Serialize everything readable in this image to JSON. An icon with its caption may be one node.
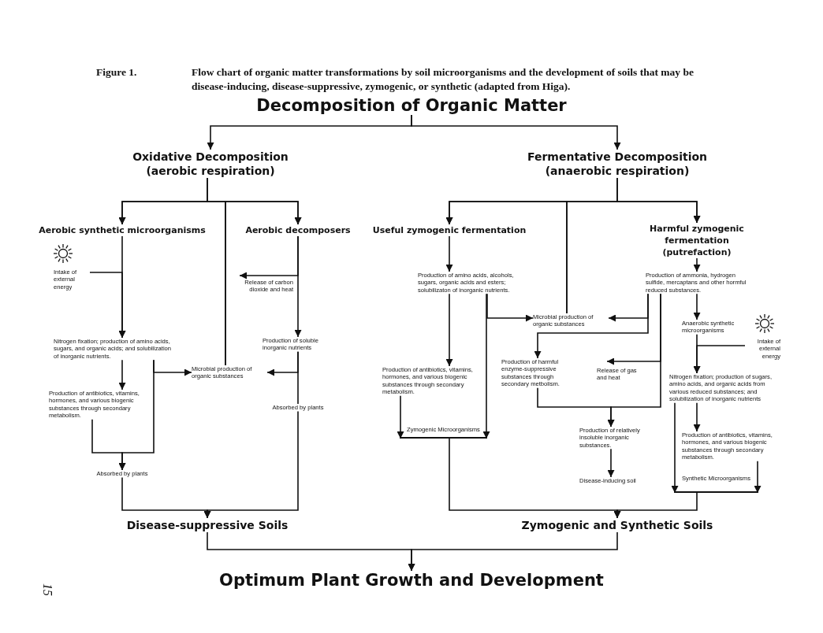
{
  "diagram": {
    "caption": "Flow chart of organic matter transformations by soil microorganisms and the development of soils that may be disease-inducing, disease-suppressive, zymogenic, or synthetic (adapted from Higa).",
    "nodes": [
      {
        "text": [
          "Decomposition of Organic Matter"
        ]
      },
      {
        "text": [
          "Oxidative Decomposition (aerobic respiration)"
        ]
      },
      {
        "text": [
          "Fermentative Decomposition (anaerobic respiration)"
        ]
      },
      {
        "text": [
          "Aerobic synthetic microorganisms"
        ]
      },
      {
        "text": [
          "Aerobic decomposers"
        ]
      },
      {
        "text": [
          "Useful zymogenic fermentation"
        ]
      },
      {
        "text": [
          "Harmful zymogenic fermentation (putrefaction)"
        ]
      },
      {
        "text": [
          "Intake of external energy"
        ]
      },
      {
        "text": [
          "Nitrogen fixation; production of amino acids, sugars, and organic acids; and solubilization of inorganic nutrients."
        ]
      },
      {
        "text": [
          "Production of antibiotics, vitamins, hormones, and various biogenic substances through secondary metabolism."
        ]
      },
      {
        "text": [
          "Absorbed by plants"
        ]
      },
      {
        "text": [
          "Release of carbon dioxide and heat"
        ]
      },
      {
        "text": [
          "Production of soluble inorganic nutrients"
        ]
      },
      {
        "text": [
          "Microbial production of organic substances"
        ]
      },
      {
        "text": [
          "Absorbed by plants"
        ]
      },
      {
        "text": [
          "Production of amino acids, alcohols, sugars, organic acids and esters; solubilizaton of inorganic nutrients."
        ]
      },
      {
        "text": [
          "Production of antibiotics, vitamins, hormones, and various biogenic substances through secondary metabolism."
        ]
      },
      {
        "text": [
          "Zymogenic Microorganisms"
        ]
      },
      {
        "text": [
          "Microbial production of organic substances"
        ]
      },
      {
        "text": [
          "Production of harmful enzyme-suppressive substances through secondary metbolism."
        ]
      },
      {
        "text": [
          "Release of gas and heat"
        ]
      },
      {
        "text": [
          "Production of ammonia, hydrogen sulfide, mercaptans and other hormful reduced substances."
        ]
      },
      {
        "text": [
          "Anaerobic synthetic microorganisms"
        ]
      },
      {
        "text": [
          "Intake of external energy"
        ]
      },
      {
        "text": [
          "Nitrogen fixation; production of sugars, amino acids, and organic acids from various reduced substances; and solubilization of inorganic nutrients"
        ]
      },
      {
        "text": [
          "Production of antibiotics, vitamins, hormones, and various biogenic substances through secondary metabolism."
        ]
      },
      {
        "text": [
          "Synthetic Microorganisms"
        ]
      },
      {
        "text": [
          "Production of relatively insoluble inorganic substances."
        ]
      },
      {
        "text": [
          "Disease-inducing soil"
        ]
      },
      {
        "text": [
          "Disease-suppressive Soils"
        ]
      },
      {
        "text": [
          "Zymogenic and Synthetic Soils"
        ]
      },
      {
        "text": [
          "Optimum Plant Growth and Development"
        ]
      }
    ],
    "edges": [
      {
        "from": 0,
        "to": 1,
        "arrow": "to"
      },
      {
        "from": 0,
        "to": 2,
        "arrow": "to"
      },
      {
        "from": 1,
        "to": 3,
        "arrow": "to"
      },
      {
        "from": 1,
        "to": 4,
        "arrow": "to"
      },
      {
        "from": 13,
        "to": 3,
        "arrow": "to"
      },
      {
        "from": 13,
        "to": 4,
        "arrow": "to"
      },
      {
        "from": 2,
        "to": 5,
        "arrow": "to"
      },
      {
        "from": 2,
        "to": 6,
        "arrow": "to"
      },
      {
        "from": 18,
        "to": 5,
        "arrow": "to"
      },
      {
        "from": 18,
        "to": 6,
        "arrow": "to"
      },
      {
        "from": 3,
        "to": 8,
        "arrow": "to"
      },
      {
        "from": 7,
        "to": 8,
        "arrow": "to"
      },
      {
        "from": 8,
        "to": 9,
        "arrow": "to"
      },
      {
        "from": 8,
        "to": 13,
        "arrow": "to"
      },
      {
        "from": 8,
        "to": 10,
        "arrow": "to"
      },
      {
        "from": 9,
        "to": 10,
        "arrow": "to"
      },
      {
        "from": 10,
        "to": 29,
        "arrow": "to"
      },
      {
        "from": 4,
        "to": 11,
        "arrow": "to"
      },
      {
        "from": 4,
        "to": 12,
        "arrow": "to"
      },
      {
        "from": 12,
        "to": 13,
        "arrow": "to"
      },
      {
        "from": 12,
        "to": 14,
        "arrow": "none"
      },
      {
        "from": 14,
        "to": 29,
        "arrow": "to"
      },
      {
        "from": 29,
        "to": 31,
        "arrow": "to"
      },
      {
        "from": 30,
        "to": 31,
        "arrow": "to"
      },
      {
        "from": 5,
        "to": 15,
        "arrow": "to"
      },
      {
        "from": 15,
        "to": 16,
        "arrow": "to"
      },
      {
        "from": 15,
        "to": 18,
        "arrow": "to"
      },
      {
        "from": 15,
        "to": 17,
        "arrow": "to"
      },
      {
        "from": 16,
        "to": 17,
        "arrow": "to"
      },
      {
        "from": 17,
        "to": 30,
        "arrow": "to"
      },
      {
        "from": 6,
        "to": 21,
        "arrow": "to"
      },
      {
        "from": 21,
        "to": 22,
        "arrow": "to"
      },
      {
        "from": 21,
        "to": 18,
        "arrow": "to"
      },
      {
        "from": 21,
        "to": 19,
        "arrow": "to"
      },
      {
        "from": 21,
        "to": 20,
        "arrow": "to"
      },
      {
        "from": 19,
        "to": 27,
        "arrow": "to"
      },
      {
        "from": 21,
        "to": 27,
        "arrow": "to"
      },
      {
        "from": 27,
        "to": 28,
        "arrow": "to"
      },
      {
        "from": 22,
        "to": 24,
        "arrow": "to"
      },
      {
        "from": 23,
        "to": 24,
        "arrow": "to"
      },
      {
        "from": 24,
        "to": 25,
        "arrow": "to"
      },
      {
        "from": 24,
        "to": 26,
        "arrow": "to"
      },
      {
        "from": 25,
        "to": 26,
        "arrow": "to"
      },
      {
        "from": 26,
        "to": 30,
        "arrow": "to"
      }
    ],
    "labels": [
      "Figure 1.",
      "15"
    ]
  }
}
